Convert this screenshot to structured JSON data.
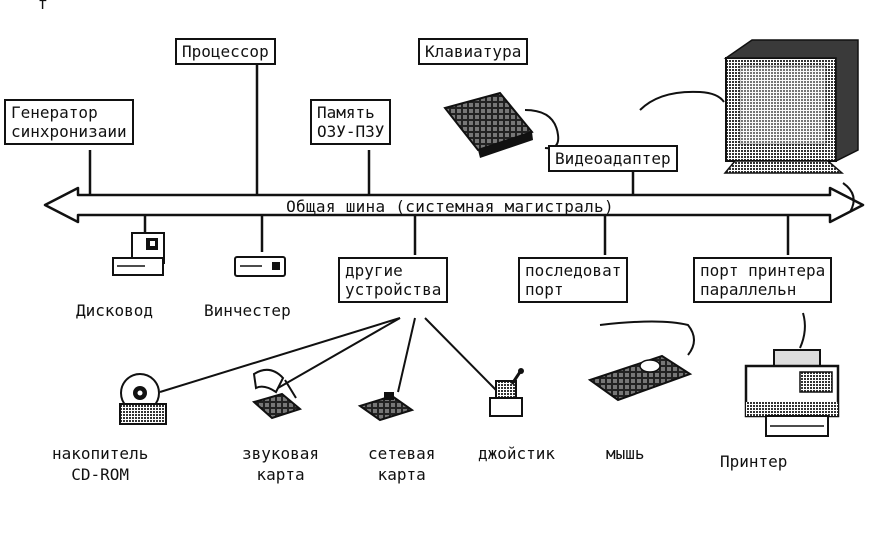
{
  "corner_mark": "f",
  "bus": {
    "label": "Общая шина (системная магистраль)"
  },
  "boxes": {
    "processor": "Процессор",
    "keyboard": "Клавиатура",
    "generator": "Генератор\nсинхронизаии",
    "memory": "Память\nОЗУ-ПЗУ",
    "video_adapter": "Видеоадаптер",
    "other_devices": "другие\nустройства",
    "serial_port": "последоват\nпорт",
    "printer_port": "порт принтера\nпараллельн"
  },
  "labels": {
    "disk_drive": "Дисковод",
    "hard_drive": "Винчестер",
    "cdrom": "накопитель\nCD-ROM",
    "sound_card": "звуковая\nкарта",
    "network_card": "сетевая\nкарта",
    "joystick": "джойстик",
    "mouse": "мышь",
    "printer": "Принтер"
  },
  "icons": [
    "keyboard-icon",
    "monitor-icon",
    "floppy-drive-icon",
    "hard-drive-icon",
    "cdrom-icon",
    "sound-card-icon",
    "network-card-icon",
    "joystick-icon",
    "mouse-icon",
    "printer-icon"
  ],
  "colors": {
    "ink": "#111111",
    "paper": "#ffffff",
    "halftone": "#555555"
  }
}
